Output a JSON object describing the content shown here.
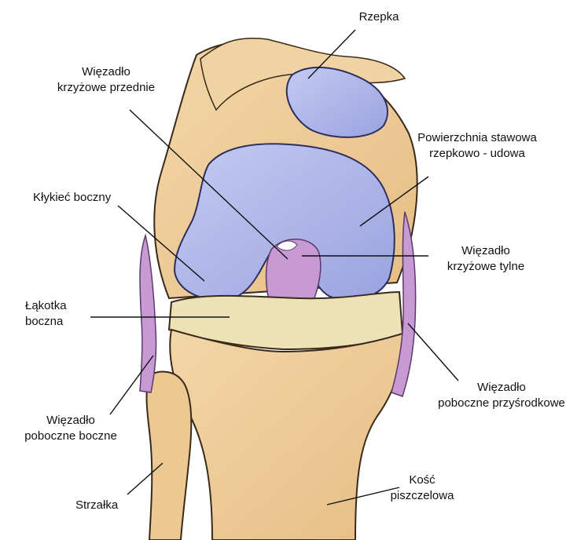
{
  "colors": {
    "bone": "#efcf9e",
    "bone_dark": "#c8955c",
    "cartilage": "#aab3ea",
    "cartilage_dark": "#5a64a0",
    "ligament": "#c79ad4",
    "meniscus": "#ece2b6",
    "outline": "#3a2a1a",
    "leader": "#111111"
  },
  "labels": {
    "rzepka": {
      "lines": [
        "Rzepka"
      ]
    },
    "acl": {
      "lines": [
        "Więzadło",
        "krzyżowe przednie"
      ]
    },
    "powierzchnia": {
      "lines": [
        "Powierzchnia stawowa",
        "rzepkowo - udowa"
      ]
    },
    "klykiec": {
      "lines": [
        "Kłykieć boczny"
      ]
    },
    "pcl": {
      "lines": [
        "Więzadło",
        "krzyżowe tylne"
      ]
    },
    "lakotka": {
      "lines": [
        "Łąkotka",
        "boczna"
      ]
    },
    "mcl": {
      "lines": [
        "Więzadło",
        "poboczne przyśrodkowe"
      ]
    },
    "lcl": {
      "lines": [
        "Więzadło",
        "poboczne boczne"
      ]
    },
    "strzalka": {
      "lines": [
        "Strzałka"
      ]
    },
    "piszczel": {
      "lines": [
        "Kość",
        "piszczelowa"
      ]
    }
  }
}
